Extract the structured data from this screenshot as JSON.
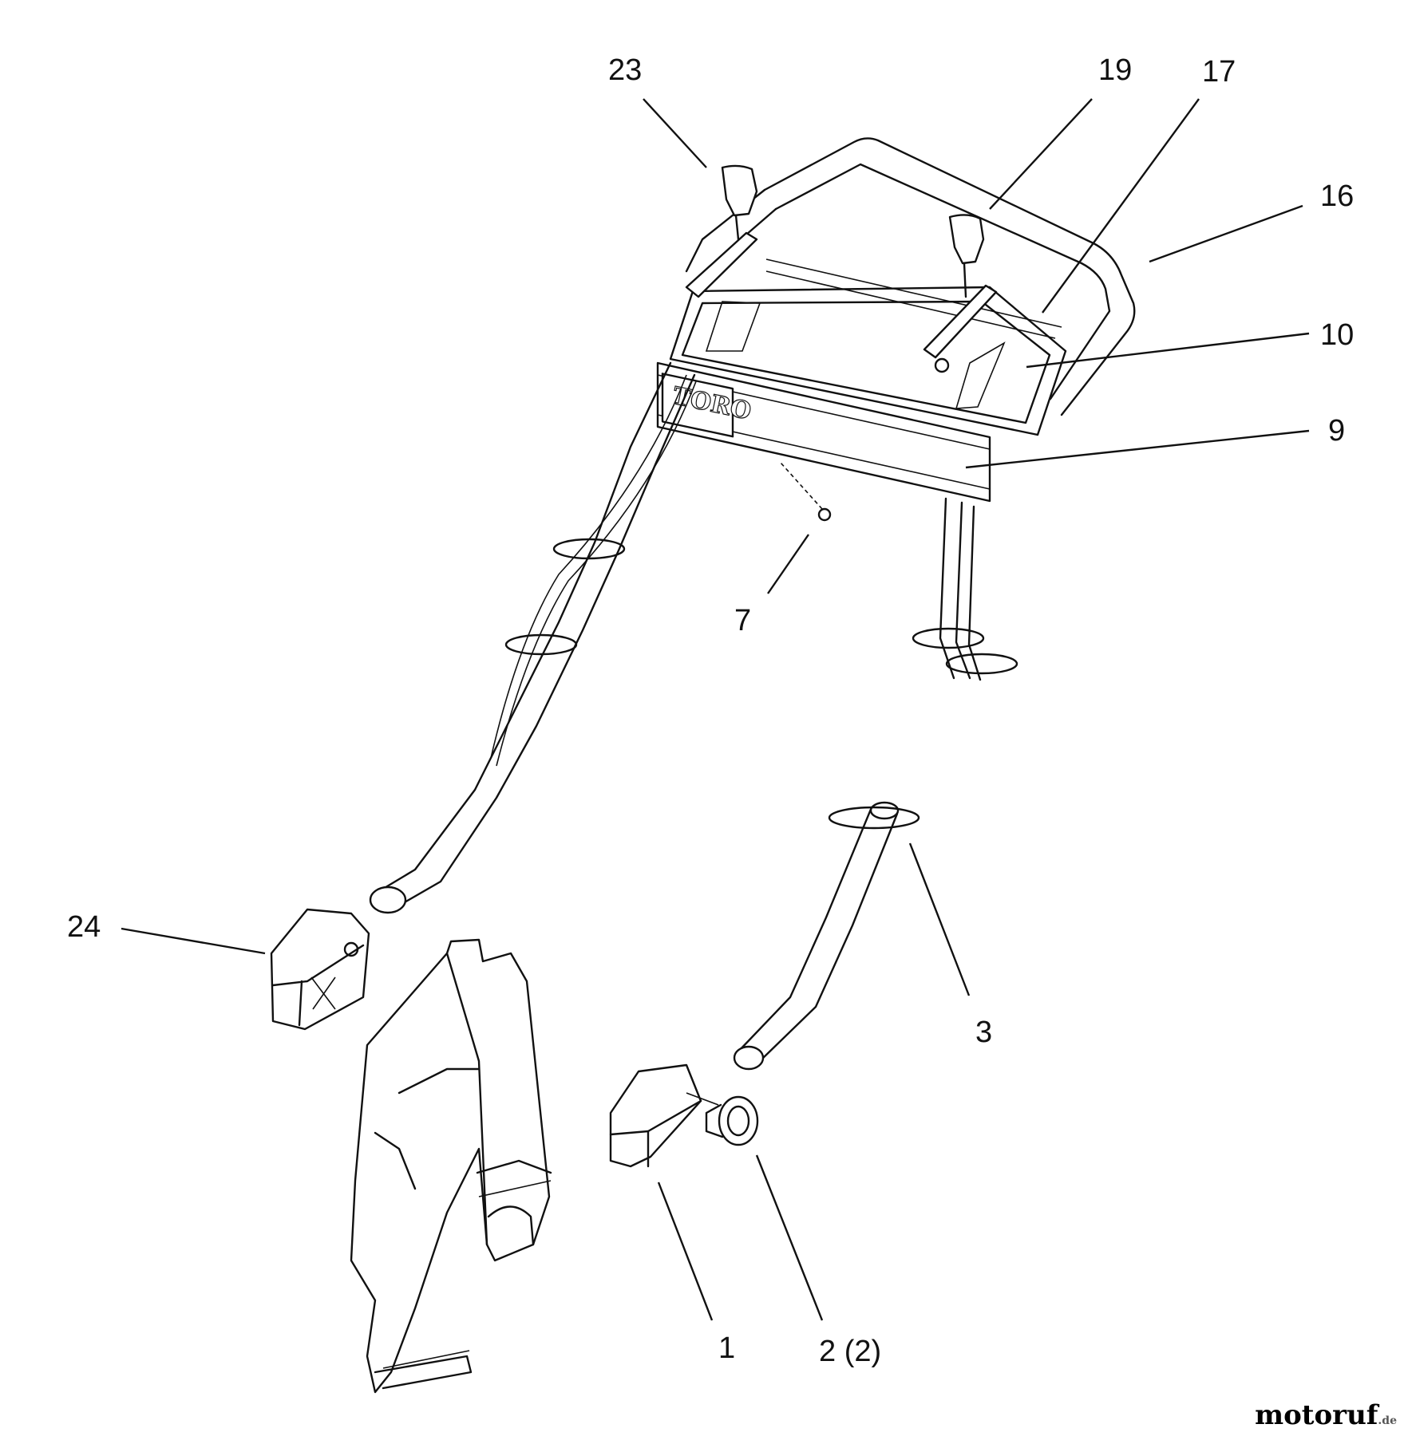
{
  "brand_mark": "TORO",
  "callouts": [
    {
      "id": "23",
      "text": "23"
    },
    {
      "id": "19",
      "text": "19"
    },
    {
      "id": "17",
      "text": "17"
    },
    {
      "id": "16",
      "text": "16"
    },
    {
      "id": "10",
      "text": "10"
    },
    {
      "id": "9",
      "text": "9"
    },
    {
      "id": "7",
      "text": "7"
    },
    {
      "id": "24",
      "text": "24"
    },
    {
      "id": "3",
      "text": "3"
    },
    {
      "id": "1",
      "text": "1"
    },
    {
      "id": "2",
      "text": "2 (2)"
    }
  ],
  "watermark": {
    "text": "motoruf",
    "suffix": ".de"
  }
}
